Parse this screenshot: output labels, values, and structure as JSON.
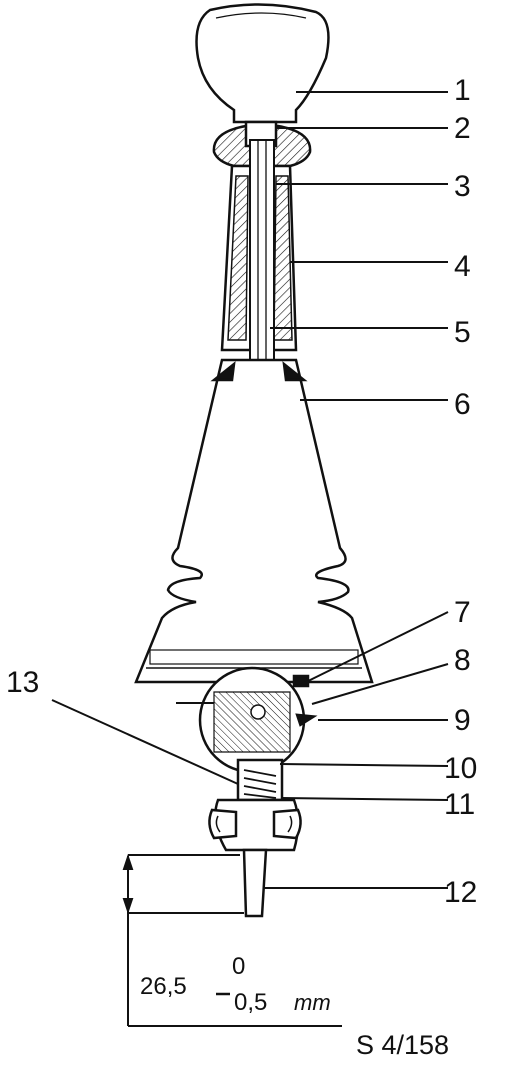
{
  "callouts": [
    {
      "id": 1,
      "label": "1"
    },
    {
      "id": 2,
      "label": "2"
    },
    {
      "id": 3,
      "label": "3"
    },
    {
      "id": 4,
      "label": "4"
    },
    {
      "id": 5,
      "label": "5"
    },
    {
      "id": 6,
      "label": "6"
    },
    {
      "id": 7,
      "label": "7"
    },
    {
      "id": 8,
      "label": "8"
    },
    {
      "id": 9,
      "label": "9"
    },
    {
      "id": 10,
      "label": "10"
    },
    {
      "id": 11,
      "label": "11"
    },
    {
      "id": 12,
      "label": "12"
    },
    {
      "id": 13,
      "label": "13"
    }
  ],
  "dimension": {
    "value": "26,5",
    "upper_tolerance": "0",
    "lower_tolerance": "0,5",
    "unit": "mm"
  },
  "reference": "S 4/158"
}
